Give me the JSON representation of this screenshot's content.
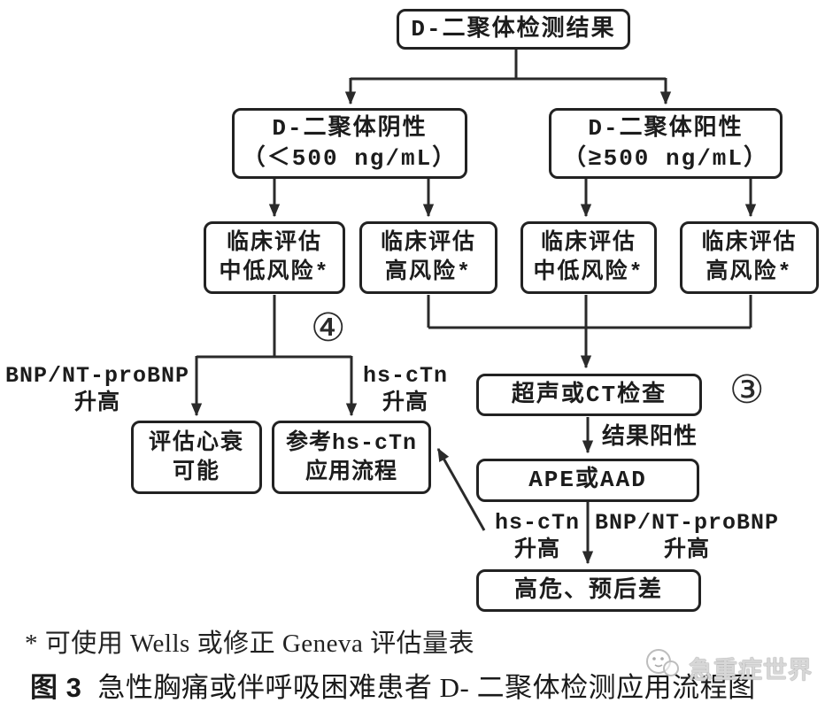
{
  "colors": {
    "line": "#2a2a2a",
    "box_border": "#222222",
    "background": "#ffffff",
    "watermark_gray": "#9a9a9a"
  },
  "nodes": {
    "result": {
      "lines": [
        "D-二聚体检测结果"
      ]
    },
    "negative": {
      "lines": [
        "D-二聚体阴性",
        "（＜500 ng/mL）"
      ]
    },
    "positive": {
      "lines": [
        "D-二聚体阳性",
        "（≥500 ng/mL）"
      ]
    },
    "neg_lowmid": {
      "lines": [
        "临床评估",
        "中低风险*"
      ]
    },
    "neg_high": {
      "lines": [
        "临床评估",
        "高风险*"
      ]
    },
    "pos_lowmid": {
      "lines": [
        "临床评估",
        "中低风险*"
      ]
    },
    "pos_high": {
      "lines": [
        "临床评估",
        "高风险*"
      ]
    },
    "heart_failure": {
      "lines": [
        "评估心衰",
        "可能"
      ]
    },
    "hscTn_flow": {
      "lines": [
        "参考hs-cTn",
        "应用流程"
      ]
    },
    "ct_exam": {
      "lines": [
        "超声或CT检查"
      ]
    },
    "ape_aad": {
      "lines": [
        "APE或AAD"
      ]
    },
    "high_risk": {
      "lines": [
        "高危、预后差"
      ]
    }
  },
  "labels": {
    "circled_four": "④",
    "circled_three": "③",
    "bnp_left": {
      "lines": [
        "BNP/NT-proBNP",
        "升高"
      ]
    },
    "hs_left": {
      "lines": [
        "hs-cTn",
        "升高"
      ]
    },
    "result_positive": "结果阳性",
    "hs_bottom": {
      "lines": [
        "hs-cTn",
        "升高"
      ]
    },
    "bnp_bottom": {
      "lines": [
        "BNP/NT-proBNP",
        "升高"
      ]
    }
  },
  "footnote": "* 可使用 Wells 或修正 Geneva 评估量表",
  "caption": {
    "tag": "图 3",
    "text": "急性胸痛或伴呼吸困难患者 D- 二聚体检测应用流程图"
  },
  "watermark": {
    "text": "急重症世界"
  }
}
